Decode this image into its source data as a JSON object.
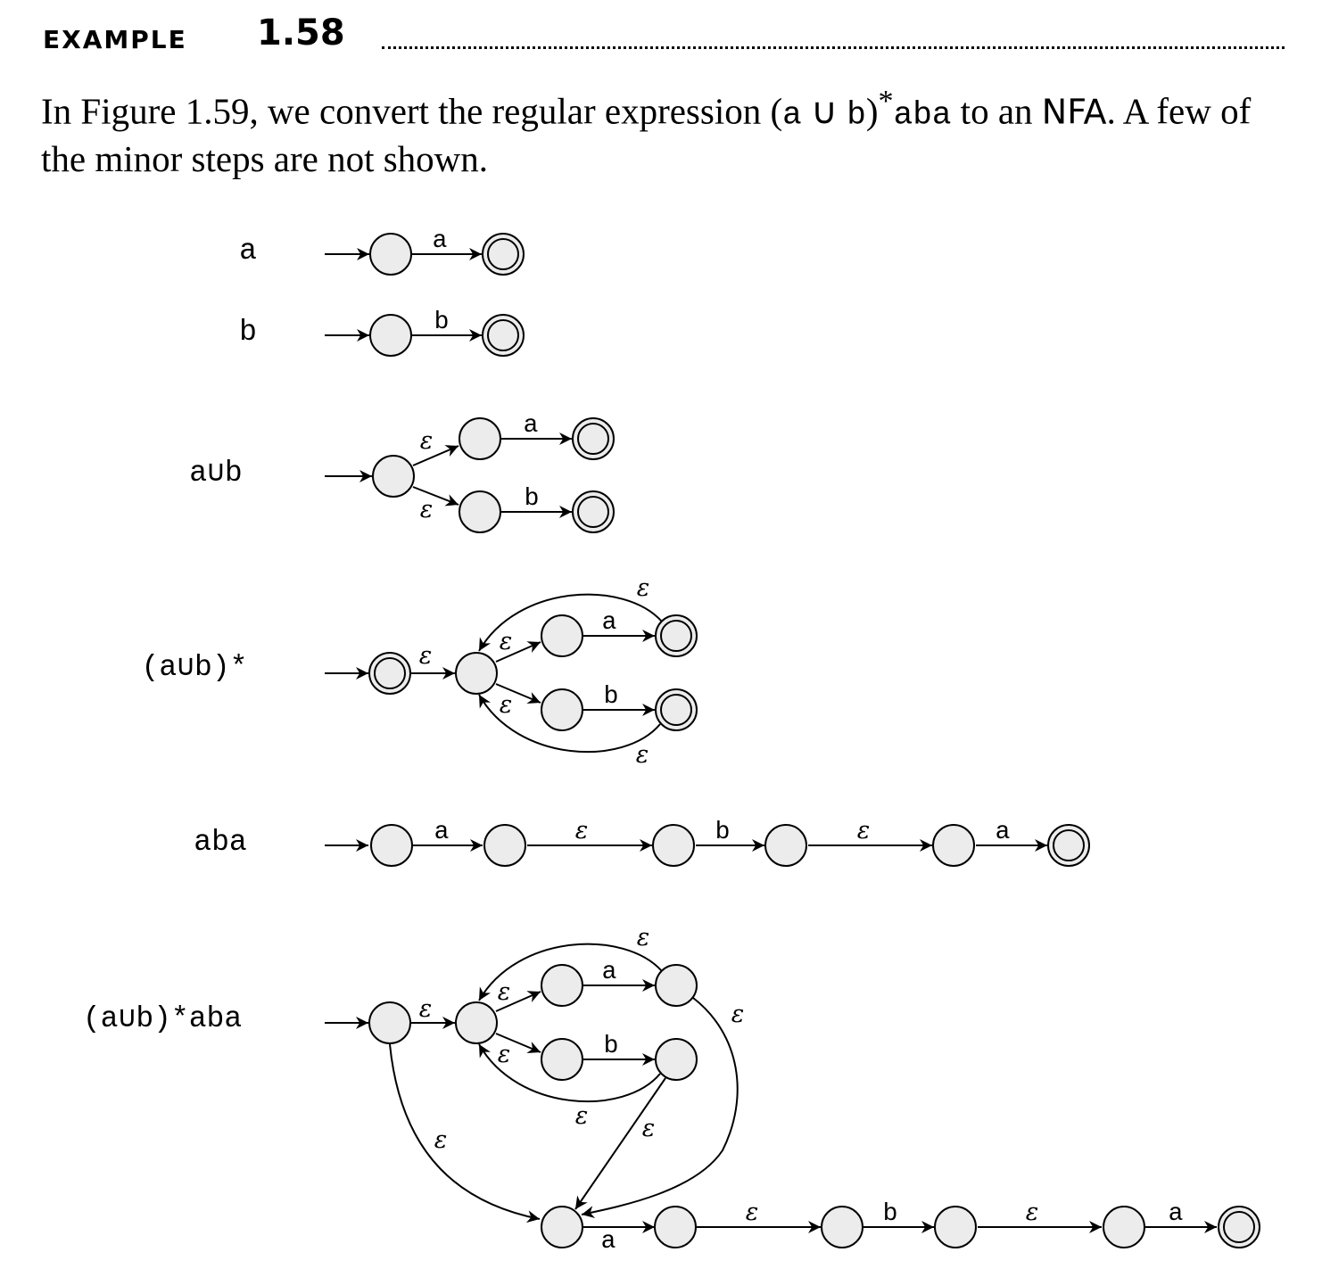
{
  "header": {
    "example_word": "EXAMPLE",
    "example_number": "1.58"
  },
  "paragraph": {
    "part1": "In Figure 1.59, we convert the regular expression ",
    "regex_open": "(",
    "regex_a": "a",
    "regex_union": " ∪ ",
    "regex_b": "b",
    "regex_close": ")",
    "regex_star": "*",
    "regex_aba": "aba",
    "part2": " to an ",
    "nfa": "NFA",
    "part3": ". A few of the minor steps are not shown."
  },
  "figure": {
    "rows": [
      {
        "expr": "a"
      },
      {
        "expr": "b"
      },
      {
        "expr": "a∪b"
      },
      {
        "expr": "(a∪b)*"
      },
      {
        "expr": "aba"
      },
      {
        "expr": "(a∪b)*aba"
      }
    ],
    "symbol_a": "a",
    "symbol_b": "b",
    "epsilon": "ε"
  },
  "colors": {
    "state_fill": "#ececec",
    "ink": "#000000"
  }
}
